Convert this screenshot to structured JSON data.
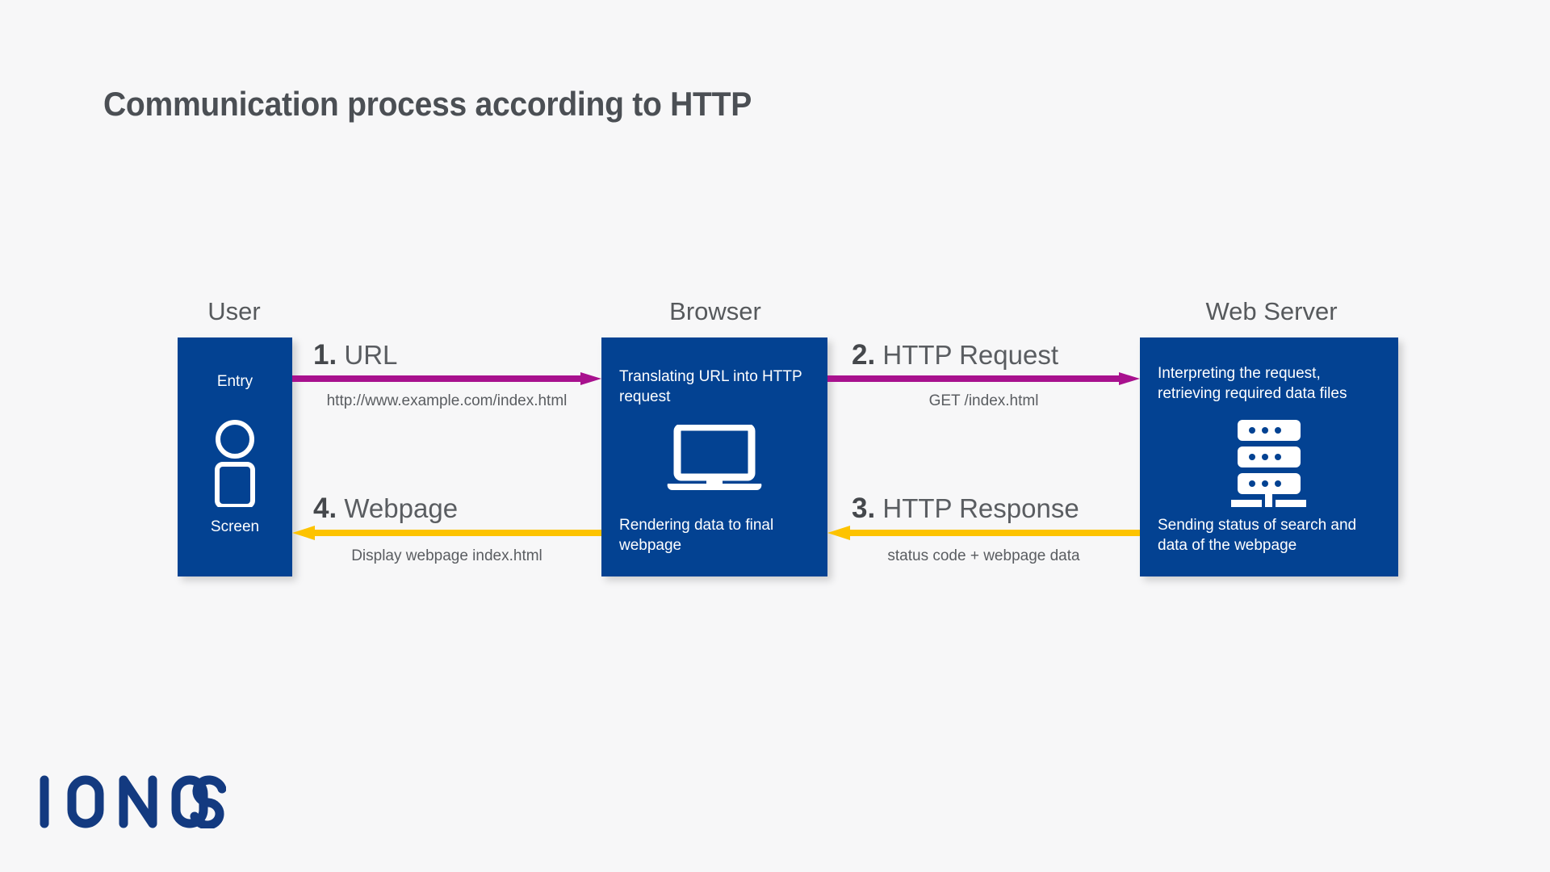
{
  "page": {
    "title": "Communication process according to HTTP",
    "background_color": "#f7f7f8",
    "brand": "IONOS"
  },
  "colors": {
    "node_blue": "#034292",
    "arrow_magenta": "#A8118E",
    "arrow_yellow": "#FDC300",
    "title_gray": "#4b4f54",
    "body_gray": "#5a5d61",
    "logo_blue": "#133a80"
  },
  "columns": [
    {
      "id": "user",
      "label": "User"
    },
    {
      "id": "browser",
      "label": "Browser"
    },
    {
      "id": "server",
      "label": "Web Server"
    }
  ],
  "nodes": {
    "user": {
      "header": "User",
      "top_text": "Entry",
      "bottom_text": "Screen",
      "icon": "person-icon"
    },
    "browser": {
      "header": "Browser",
      "top_text": "Translating URL into HTTP request",
      "bottom_text": "Rendering data to final webpage",
      "icon": "laptop-icon"
    },
    "server": {
      "header": "Web Server",
      "top_text": "Interpreting the request, retrieving required data files",
      "bottom_text": "Sending status of search and data of the webpage",
      "icon": "server-rack-icon"
    }
  },
  "flows": [
    {
      "id": "step-1",
      "number": "1.",
      "title": "URL",
      "subtitle": "http://www.example.com/index.html",
      "direction": "right",
      "color": "#A8118E"
    },
    {
      "id": "step-2",
      "number": "2.",
      "title": "HTTP Request",
      "subtitle": "GET /index.html",
      "direction": "right",
      "color": "#A8118E"
    },
    {
      "id": "step-3",
      "number": "3.",
      "title": "HTTP Response",
      "subtitle": "status code + webpage data",
      "direction": "left",
      "color": "#FDC300"
    },
    {
      "id": "step-4",
      "number": "4.",
      "title": "Webpage",
      "subtitle": "Display webpage index.html",
      "direction": "left",
      "color": "#FDC300"
    }
  ]
}
